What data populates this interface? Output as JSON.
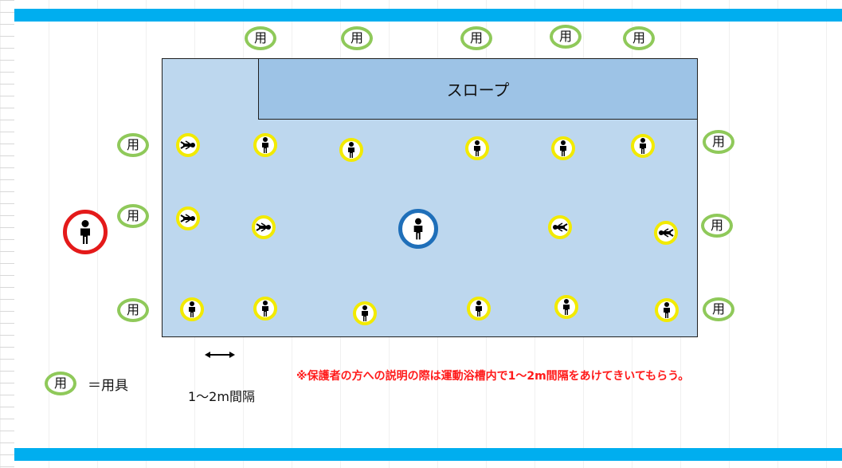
{
  "equipment_label": "用",
  "slope_label": "スロープ",
  "spacing_label": "1〜2m間隔",
  "legend_label": "＝用具",
  "note": "※保護者の方への説明の際は運動浴槽内で1〜2m間隔をあけてきいてもらう。",
  "colors": {
    "equipment_ring": "#8fc95a",
    "swimmer_ring": "#f2ea00",
    "instructor_ring": "#1f6fb9",
    "lifeguard_ring": "#e41a1a",
    "pool": "#bdd7ee",
    "slope": "#9dc3e6",
    "band": "#00aeef",
    "note": "#ff1a1a"
  },
  "icons": {
    "person_standing": "person-standing-icon",
    "person_swimming_right": "person-swimming-right-icon",
    "person_swimming_left": "person-swimming-left-icon"
  }
}
